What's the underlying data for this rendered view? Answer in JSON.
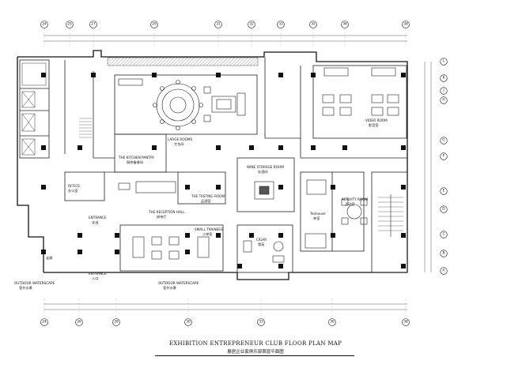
{
  "top_grid": [
    "24",
    "25",
    "27",
    "29",
    "31",
    "32",
    "33",
    "35",
    "36",
    "38"
  ],
  "bottom_grid": [
    "24",
    "26",
    "28",
    "30",
    "33",
    "36",
    "38"
  ],
  "right_grid": [
    "L",
    "K",
    "J",
    "H",
    "G",
    "F",
    "E",
    "D",
    "C",
    "B",
    "A"
  ],
  "rooms": {
    "large_rooms_en": "LARGE ROOMS",
    "large_rooms_cn": "大包间",
    "kitchen_en": "THE KITCHEN PANTRY",
    "kitchen_cn": "厨房备餐间",
    "office_en": "OFFICE",
    "office_cn": "办公室",
    "tasting_en": "THE TASTING ROOM",
    "tasting_cn": "品酒室",
    "wine_en": "WINE STORAGE ROOM",
    "wine_cn": "存酒间",
    "reception_en": "THE RECEPTION HALL",
    "reception_cn": "接待厅",
    "entrance1_en": "ENTRANCE",
    "entrance1_cn": "支出",
    "small_trainees_en": "SMALL TRAINEES",
    "small_trainees_cn": "小茶室",
    "cigar_en": "CIGAR",
    "cigar_cn": "雪茄",
    "entrance2_en": "ENTRANCE",
    "entrance2_cn": "入口",
    "outdoor1_en": "OUTDOOR WATERSCAPE",
    "outdoor1_cn": "室外水景",
    "outdoor2_en": "OUTDOOR WATERSCAPE",
    "outdoor2_cn": "室外水景",
    "video_en": "VIDEO ROOM",
    "video_cn": "影音室",
    "teahouse_en": "Teahouse",
    "teahouse_cn": "茶室",
    "activity_en": "ACTIVITY ROOM",
    "activity_cn": "活动室",
    "corridor_cn": "走廊"
  },
  "title_en": "EXHIBITION ENTREPRENEUR CLUB FLOOR PLAN MAP",
  "title_cn": "展居企业家俱乐部首层平面图"
}
